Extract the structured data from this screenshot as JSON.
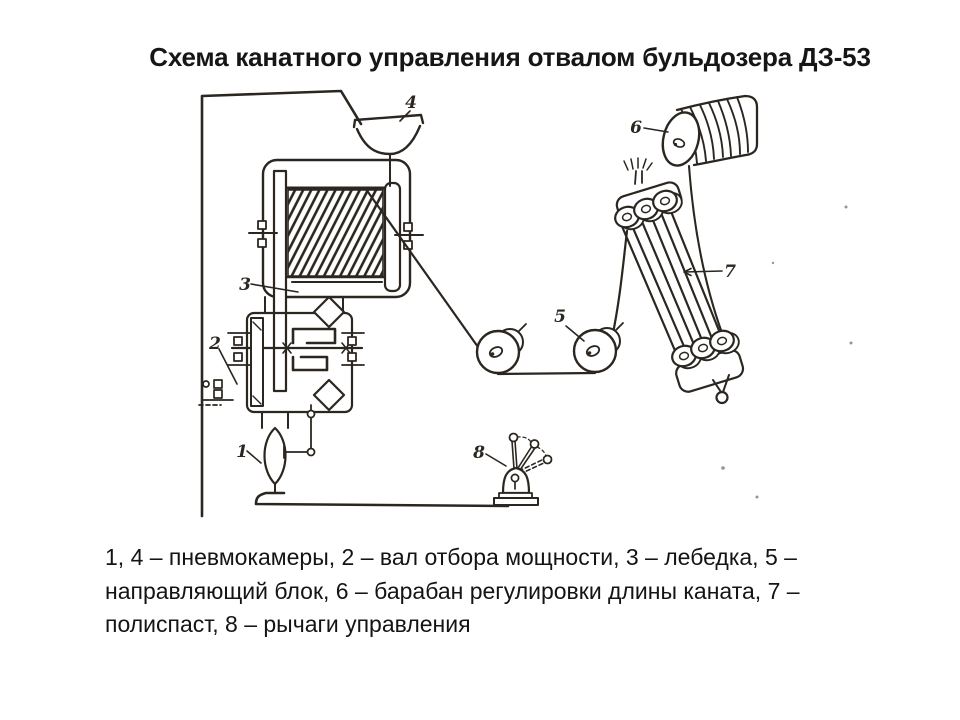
{
  "page": {
    "background": "#ffffff",
    "ink_color": "#2b2620"
  },
  "title": "Схема канатного управления отвалом бульдозера ДЗ-53",
  "caption": {
    "lines": [
      "1, 4 – пневмокамеры, 2 – вал отбора мощности, 3 – лебедка, 5 –",
      "направляющий блок, 6 – барабан регулировки длины каната, 7 –",
      "полиспаст, 8 – рычаги управления"
    ]
  },
  "diagram": {
    "labels": [
      {
        "num": "1",
        "part": "пневмокамера"
      },
      {
        "num": "2",
        "part": "вал отбора мощности"
      },
      {
        "num": "3",
        "part": "лебедка"
      },
      {
        "num": "4",
        "part": "пневмокамера"
      },
      {
        "num": "5",
        "part": "направляющий блок"
      },
      {
        "num": "6",
        "part": "барабан регулировки длины каната"
      },
      {
        "num": "7",
        "part": "полиспаст"
      },
      {
        "num": "8",
        "part": "рычаги управления"
      }
    ]
  }
}
